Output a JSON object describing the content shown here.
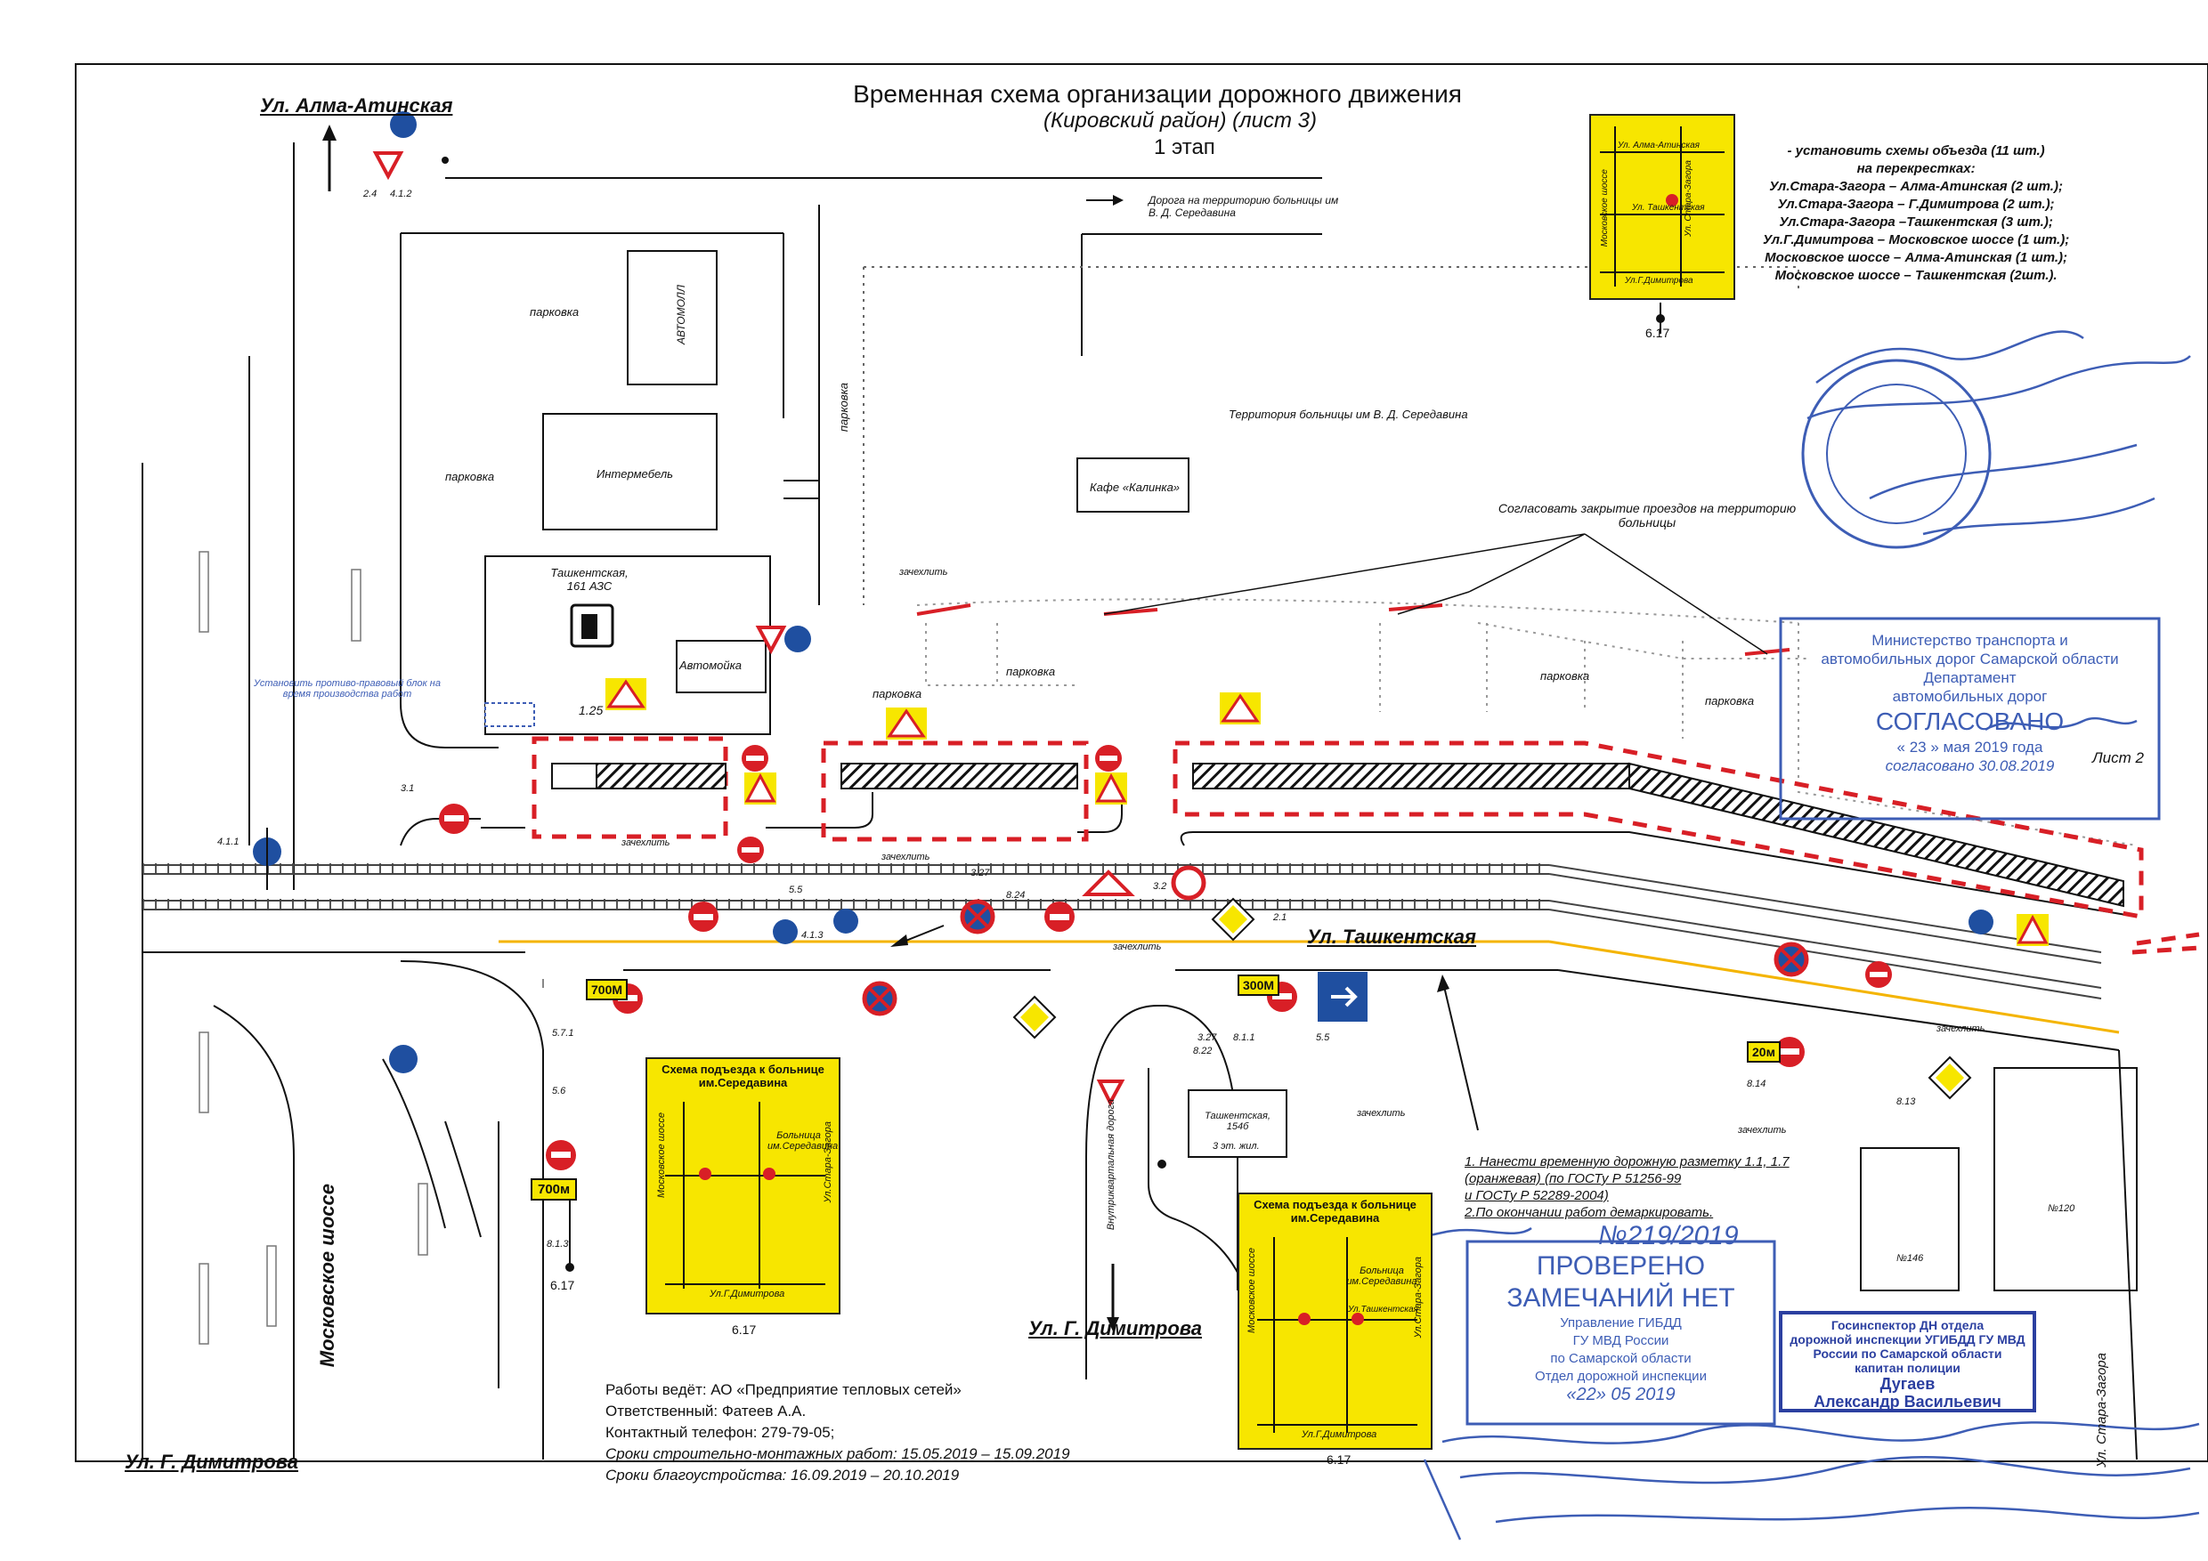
{
  "header": {
    "title": "Временная схема организации дорожного движения",
    "district": "(Кировский район) (лист 3)",
    "stage": "1 этап"
  },
  "streets": {
    "alma_atinskaya": "Ул. Алма-Атинская",
    "tashkentskaya": "Ул. Ташкентская",
    "moskovskoe": "Московское шоссе",
    "dimitrova_center": "Ул. Г. Димитрова",
    "dimitrova_left": "Ул. Г. Димитрова",
    "stara_zagora": "Ул. Стара-Загора"
  },
  "map_labels": {
    "hospital_road": "Дорога на территорию больницы им В. Д. Середавина",
    "parking_1": "парковка",
    "automall": "АВТОМОЛЛ",
    "parking_2": "парковка",
    "intermebel": "Интермебель",
    "parking_vertical": "парковка",
    "hospital_territory": "Территория больницы им В. Д. Середавина",
    "cafe": "Кафе «Калинка»",
    "coordinate_closure": "Согласовать закрытие проездов на территорию больницы",
    "azs": "Ташкентская, 161 АЗС",
    "car_wash": "Автомойка",
    "antiram_note": "Установить противо-правовый блок на время производства работ",
    "parking_a": "парковка",
    "parking_b": "парковка",
    "parking_c": "парковка",
    "parking_d": "парковка",
    "sheet2": "Лист 2",
    "zachekhlit_1": "зачехлить",
    "zachekhlit_2": "зачехлить",
    "zachekhlit_3": "зачехлить",
    "zachekhlit_4": "зачехлить",
    "zachekhlit_5": "зачехлить",
    "zachekhlit_6": "зачехлить",
    "zachekhlit_7": "зачехлить",
    "tashkentskaya_154b": "Ташкентская, 154б",
    "floors": "3 эт. жил.",
    "bypass_road": "Внутриквартальная дорога",
    "house_120": "№120",
    "house_146": "№146"
  },
  "detour_note": {
    "lines": [
      "- установить схемы объезда (11 шт.)",
      "на перекрестках:",
      "Ул.Стара-Загора – Алма-Атинская (2 шт.);",
      "Ул.Стара-Загора – Г.Димитрова (2 шт.);",
      "Ул.Стара-Загора –Ташкентская (3 шт.);",
      "Ул.Г.Димитрова – Московское шоссе (1 шт.);",
      "Московское шоссе – Алма-Атинская (1 шт.);",
      "Московское шоссе – Ташкентская (2шт.)."
    ]
  },
  "marking_note": {
    "lines": [
      "1. Нанести временную дорожную разметку 1.1, 1.7",
      "(оранжевая) (по ГОСТу Р 51256-99",
      "и ГОСТу Р 52289-2004)",
      "2.По окончании работ демаркировать."
    ]
  },
  "info": {
    "contractor": "Работы ведёт:  АО «Предприятие тепловых сетей»",
    "responsible": "Ответственный: Фатеев А.А.",
    "phone": "Контактный телефон: 279-79-05;",
    "construction": "Сроки строительно-монтажных работ: 15.05.2019 – 15.09.2019",
    "landscaping": "Сроки благоустройства: 16.09.2019 – 20.10.2019"
  },
  "mini_schemes": {
    "top": {
      "s1": "Ул. Алма-Атинская",
      "s2": "Ул. Ташкентская",
      "s3": "Ул.Г.Димитрова",
      "s4": "Ул. Стара-Загора",
      "s5": "Московское шоссе",
      "sign": "6.17"
    },
    "left": {
      "title": "Схема подъезда к больнице им.Середавина",
      "hospital": "Больница им.Середавина",
      "s1": "Московское шоссе",
      "s2": "Ул.Стара-Загора",
      "s3": "Ул.Г.Димитрова",
      "sign": "6.17"
    },
    "right": {
      "title": "Схема подъезда к больнице им.Середавина",
      "hospital": "Больница им.Середавина",
      "s1": "Московское шоссе",
      "s2": "Ул.Стара-Загора",
      "s3": "Ул.Ташкентская",
      "s4": "Ул.Г.Димитрова",
      "sign": "6.17"
    },
    "left_sign": "6.17"
  },
  "sign_codes": {
    "c1": "2.4",
    "c2": "4.1.2",
    "c3": "3.1",
    "c4": "1.25",
    "c5": "4.1.1",
    "c6": "5.5",
    "c7": "4.1.3",
    "c8": "3.27",
    "c9": "8.24",
    "c10": "3.2",
    "c11": "2.1",
    "c12": "8.1.1",
    "c13": "5.7.1",
    "c14": "5.6",
    "c15": "8.1.3",
    "c16": "3.27",
    "c17": "5.5",
    "c18": "8.14",
    "c19": "8.13",
    "c20": "8.22",
    "dist_700_a": "700М",
    "dist_700_b": "700м",
    "dist_300": "300М",
    "dist_20": "20м"
  },
  "stamps": {
    "ministry": {
      "line1": "Министерство транспорта и",
      "line2": "автомобильных дорог Самарской области",
      "line3": "Департамент",
      "line4": "автомобильных дорог",
      "approved": "СОГЛАСОВАНО",
      "date": "«  23  »  мая        2019 года",
      "agreed": "согласовано 30.08.2019"
    },
    "gibdd": {
      "number": "№219/2019",
      "checked": "ПРОВЕРЕНО",
      "no_remarks": "ЗАМЕЧАНИЙ НЕТ",
      "l1": "Управление ГИБДД",
      "l2": "ГУ МВД России",
      "l3": "по Самарской области",
      "l4": "Отдел дорожной инспекции",
      "date": "«22»      05        2019"
    },
    "inspector": {
      "l1": "Госинспектор ДН отдела",
      "l2": "дорожной инспекции УГИБДД ГУ МВД",
      "l3": "России по Самарской области",
      "l4": "капитан полиции",
      "l5": "Дугаев",
      "l6": "Александр Васильевич"
    }
  },
  "colors": {
    "yellow": "#f7e600",
    "red": "#d81f26",
    "blue": "#1f4fa0",
    "stamp_blue": "#3d5db5",
    "orange_marking": "#f4b400"
  }
}
